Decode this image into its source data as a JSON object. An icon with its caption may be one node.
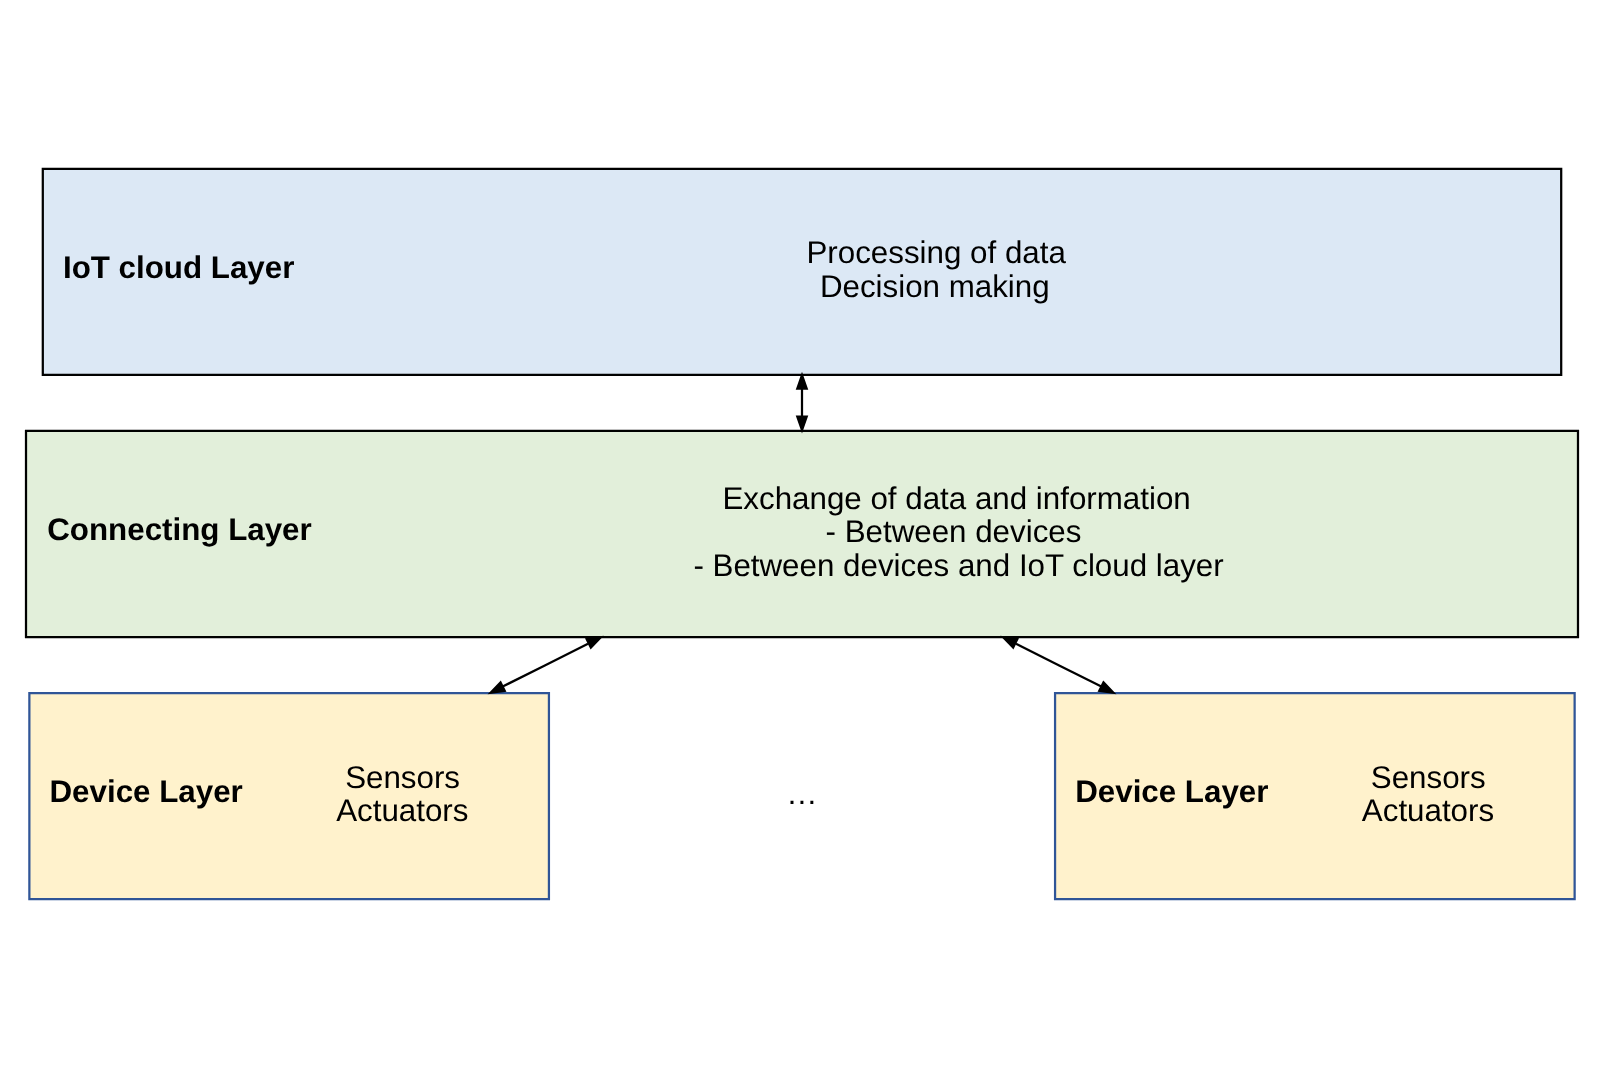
{
  "diagram": {
    "nodes": [
      {
        "text": [
          "IoT cloud Layer",
          "Processing of data",
          "Decision making"
        ]
      },
      {
        "text": [
          "Connecting Layer",
          "Exchange of data and information",
          "- Between devices",
          "- Between devices and IoT cloud layer"
        ]
      },
      {
        "text": [
          "Device Layer",
          "Sensors",
          "Actuators"
        ]
      },
      {
        "text": [
          "Device Layer",
          "Sensors",
          "Actuators"
        ]
      }
    ],
    "edges": [
      {
        "from": 0,
        "to": 1,
        "arrow": "both"
      },
      {
        "from": 1,
        "to": 2,
        "arrow": "both"
      },
      {
        "from": 1,
        "to": 3,
        "arrow": "both"
      }
    ],
    "labels": [
      "…"
    ]
  }
}
